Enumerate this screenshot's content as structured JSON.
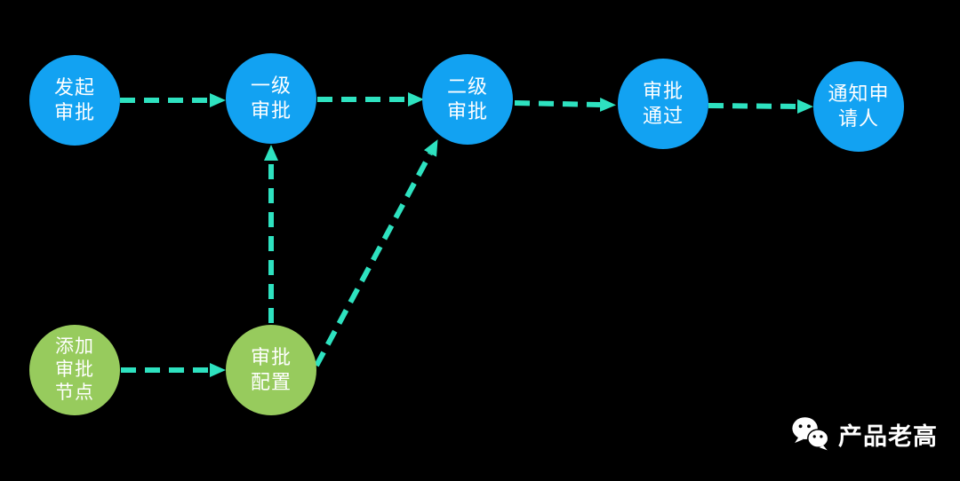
{
  "diagram": {
    "background_color": "#000000",
    "node_colors": {
      "blue": "#12A2F2",
      "green": "#97CB5D"
    },
    "arrow_color": "#2EE2C0",
    "text_color": "#FFFFFF",
    "arrow_style": "dashed",
    "nodes": [
      {
        "id": "initiate-approval",
        "type": "blue",
        "lines": [
          "发起",
          "审批"
        ]
      },
      {
        "id": "level1-approval",
        "type": "blue",
        "lines": [
          "一级",
          "审批"
        ]
      },
      {
        "id": "level2-approval",
        "type": "blue",
        "lines": [
          "二级",
          "审批"
        ]
      },
      {
        "id": "approval-passed",
        "type": "blue",
        "lines": [
          "审批",
          "通过"
        ]
      },
      {
        "id": "notify-applicant",
        "type": "blue",
        "lines": [
          "通知申",
          "请人"
        ]
      },
      {
        "id": "add-approval-node",
        "type": "green",
        "lines": [
          "添加",
          "审批",
          "节点"
        ]
      },
      {
        "id": "approval-config",
        "type": "green",
        "lines": [
          "审批",
          "配置"
        ]
      }
    ],
    "edges": [
      {
        "from": "initiate-approval",
        "to": "level1-approval",
        "style": "dashed-arrow"
      },
      {
        "from": "level1-approval",
        "to": "level2-approval",
        "style": "dashed-arrow"
      },
      {
        "from": "level2-approval",
        "to": "approval-passed",
        "style": "dashed-arrow"
      },
      {
        "from": "approval-passed",
        "to": "notify-applicant",
        "style": "dashed-arrow"
      },
      {
        "from": "add-approval-node",
        "to": "approval-config",
        "style": "dashed-arrow"
      },
      {
        "from": "approval-config",
        "to": "level1-approval",
        "style": "dashed-arrow"
      },
      {
        "from": "approval-config",
        "to": "level2-approval",
        "style": "dashed-arrow"
      }
    ]
  },
  "footer": {
    "icon": "wechat-icon",
    "brand_name": "产品老高"
  }
}
